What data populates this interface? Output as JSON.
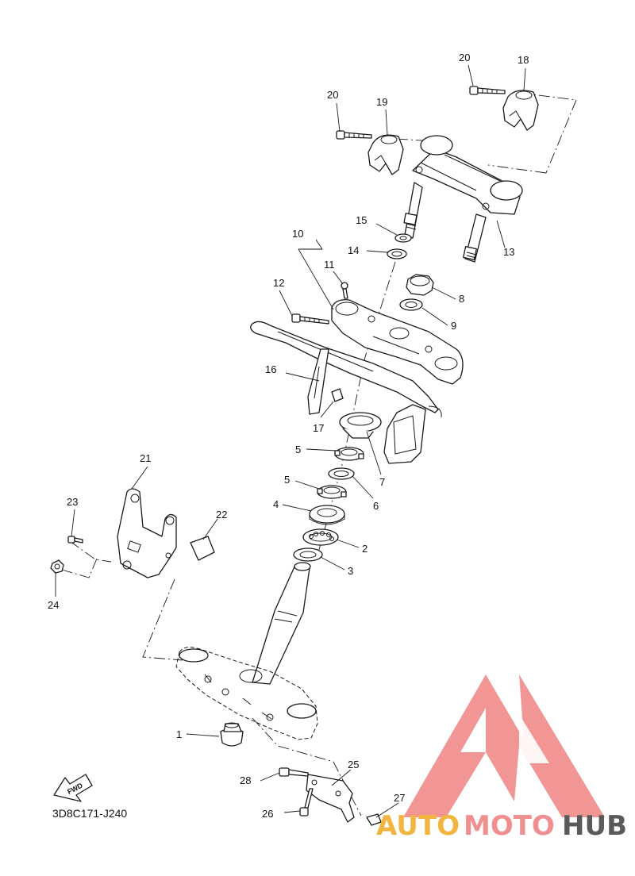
{
  "diagram": {
    "callouts": [
      {
        "id": "c1",
        "label": "1"
      },
      {
        "id": "c2",
        "label": "2"
      },
      {
        "id": "c3",
        "label": "3"
      },
      {
        "id": "c4",
        "label": "4"
      },
      {
        "id": "c5a",
        "label": "5"
      },
      {
        "id": "c5b",
        "label": "5"
      },
      {
        "id": "c6",
        "label": "6"
      },
      {
        "id": "c7",
        "label": "7"
      },
      {
        "id": "c8",
        "label": "8"
      },
      {
        "id": "c9",
        "label": "9"
      },
      {
        "id": "c10",
        "label": "10"
      },
      {
        "id": "c11",
        "label": "11"
      },
      {
        "id": "c12",
        "label": "12"
      },
      {
        "id": "c13",
        "label": "13"
      },
      {
        "id": "c14",
        "label": "14"
      },
      {
        "id": "c15",
        "label": "15"
      },
      {
        "id": "c16",
        "label": "16"
      },
      {
        "id": "c17",
        "label": "17"
      },
      {
        "id": "c18",
        "label": "18"
      },
      {
        "id": "c19",
        "label": "19"
      },
      {
        "id": "c20a",
        "label": "20"
      },
      {
        "id": "c20b",
        "label": "20"
      },
      {
        "id": "c21",
        "label": "21"
      },
      {
        "id": "c22",
        "label": "22"
      },
      {
        "id": "c23",
        "label": "23"
      },
      {
        "id": "c24",
        "label": "24"
      },
      {
        "id": "c25",
        "label": "25"
      },
      {
        "id": "c26",
        "label": "26"
      },
      {
        "id": "c27",
        "label": "27"
      },
      {
        "id": "c28",
        "label": "28"
      }
    ],
    "fwd_label": "FWD",
    "diagram_code": "3D8C171-J240"
  },
  "watermark": {
    "word_auto": "AUTO",
    "word_moto": "MOTO",
    "word_hub": "HUB",
    "colors": {
      "auto": "#f2b53f",
      "moto": "#f08f8f",
      "hub": "#5a5a5a",
      "logo": "#f08f8f"
    }
  }
}
